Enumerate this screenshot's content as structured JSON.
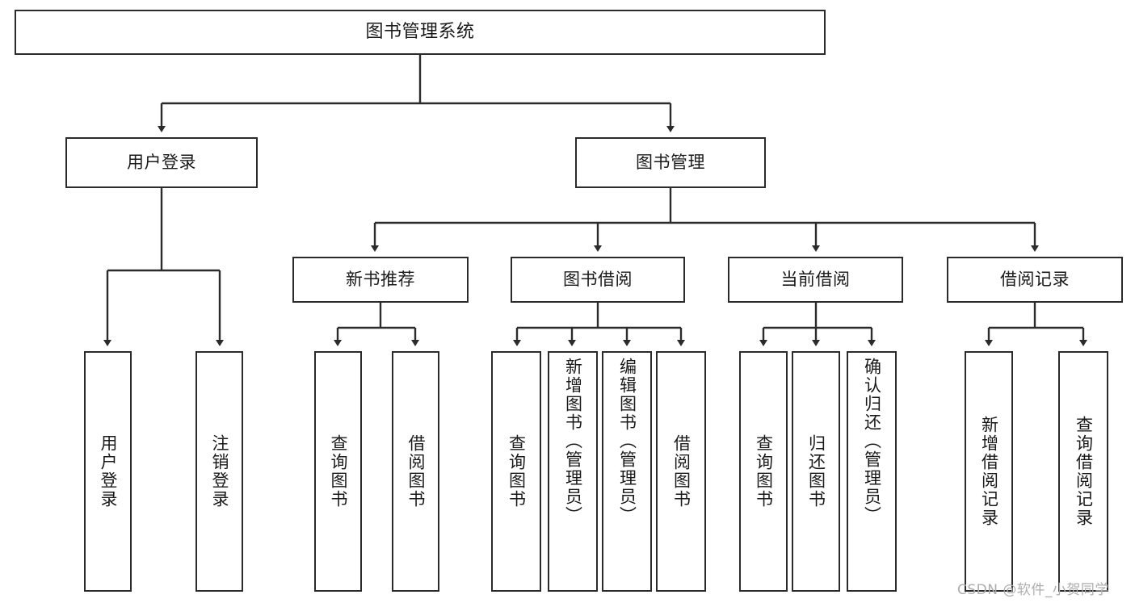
{
  "diagram": {
    "title": "图书管理系统",
    "type": "tree-hierarchy-chart",
    "accent_color": "#2b2b2b",
    "background_color": "#ffffff"
  },
  "nodes": {
    "root": {
      "label": "图书管理系统"
    },
    "level2": [
      {
        "label": "用户登录"
      },
      {
        "label": "图书管理"
      }
    ],
    "level3": [
      {
        "label": "新书推荐"
      },
      {
        "label": "图书借阅"
      },
      {
        "label": "当前借阅"
      },
      {
        "label": "借阅记录"
      }
    ],
    "leaves": {
      "user_login": [
        {
          "label": "用户登录"
        },
        {
          "label": "注销登录"
        }
      ],
      "new_book": [
        {
          "label": "查询图书"
        },
        {
          "label": "借阅图书"
        }
      ],
      "book_borrow": [
        {
          "label": "查询图书"
        },
        {
          "label": "新增图书（管理员）"
        },
        {
          "label": "编辑图书（管理员）"
        },
        {
          "label": "借阅图书"
        }
      ],
      "current_borrow": [
        {
          "label": "查询图书"
        },
        {
          "label": "归还图书"
        },
        {
          "label": "确认归还（管理员）"
        }
      ],
      "borrow_record": [
        {
          "label": "新增借阅记录"
        },
        {
          "label": "查询借阅记录"
        }
      ]
    }
  },
  "watermark": {
    "text": "CSDN @软件_小贺同学"
  }
}
